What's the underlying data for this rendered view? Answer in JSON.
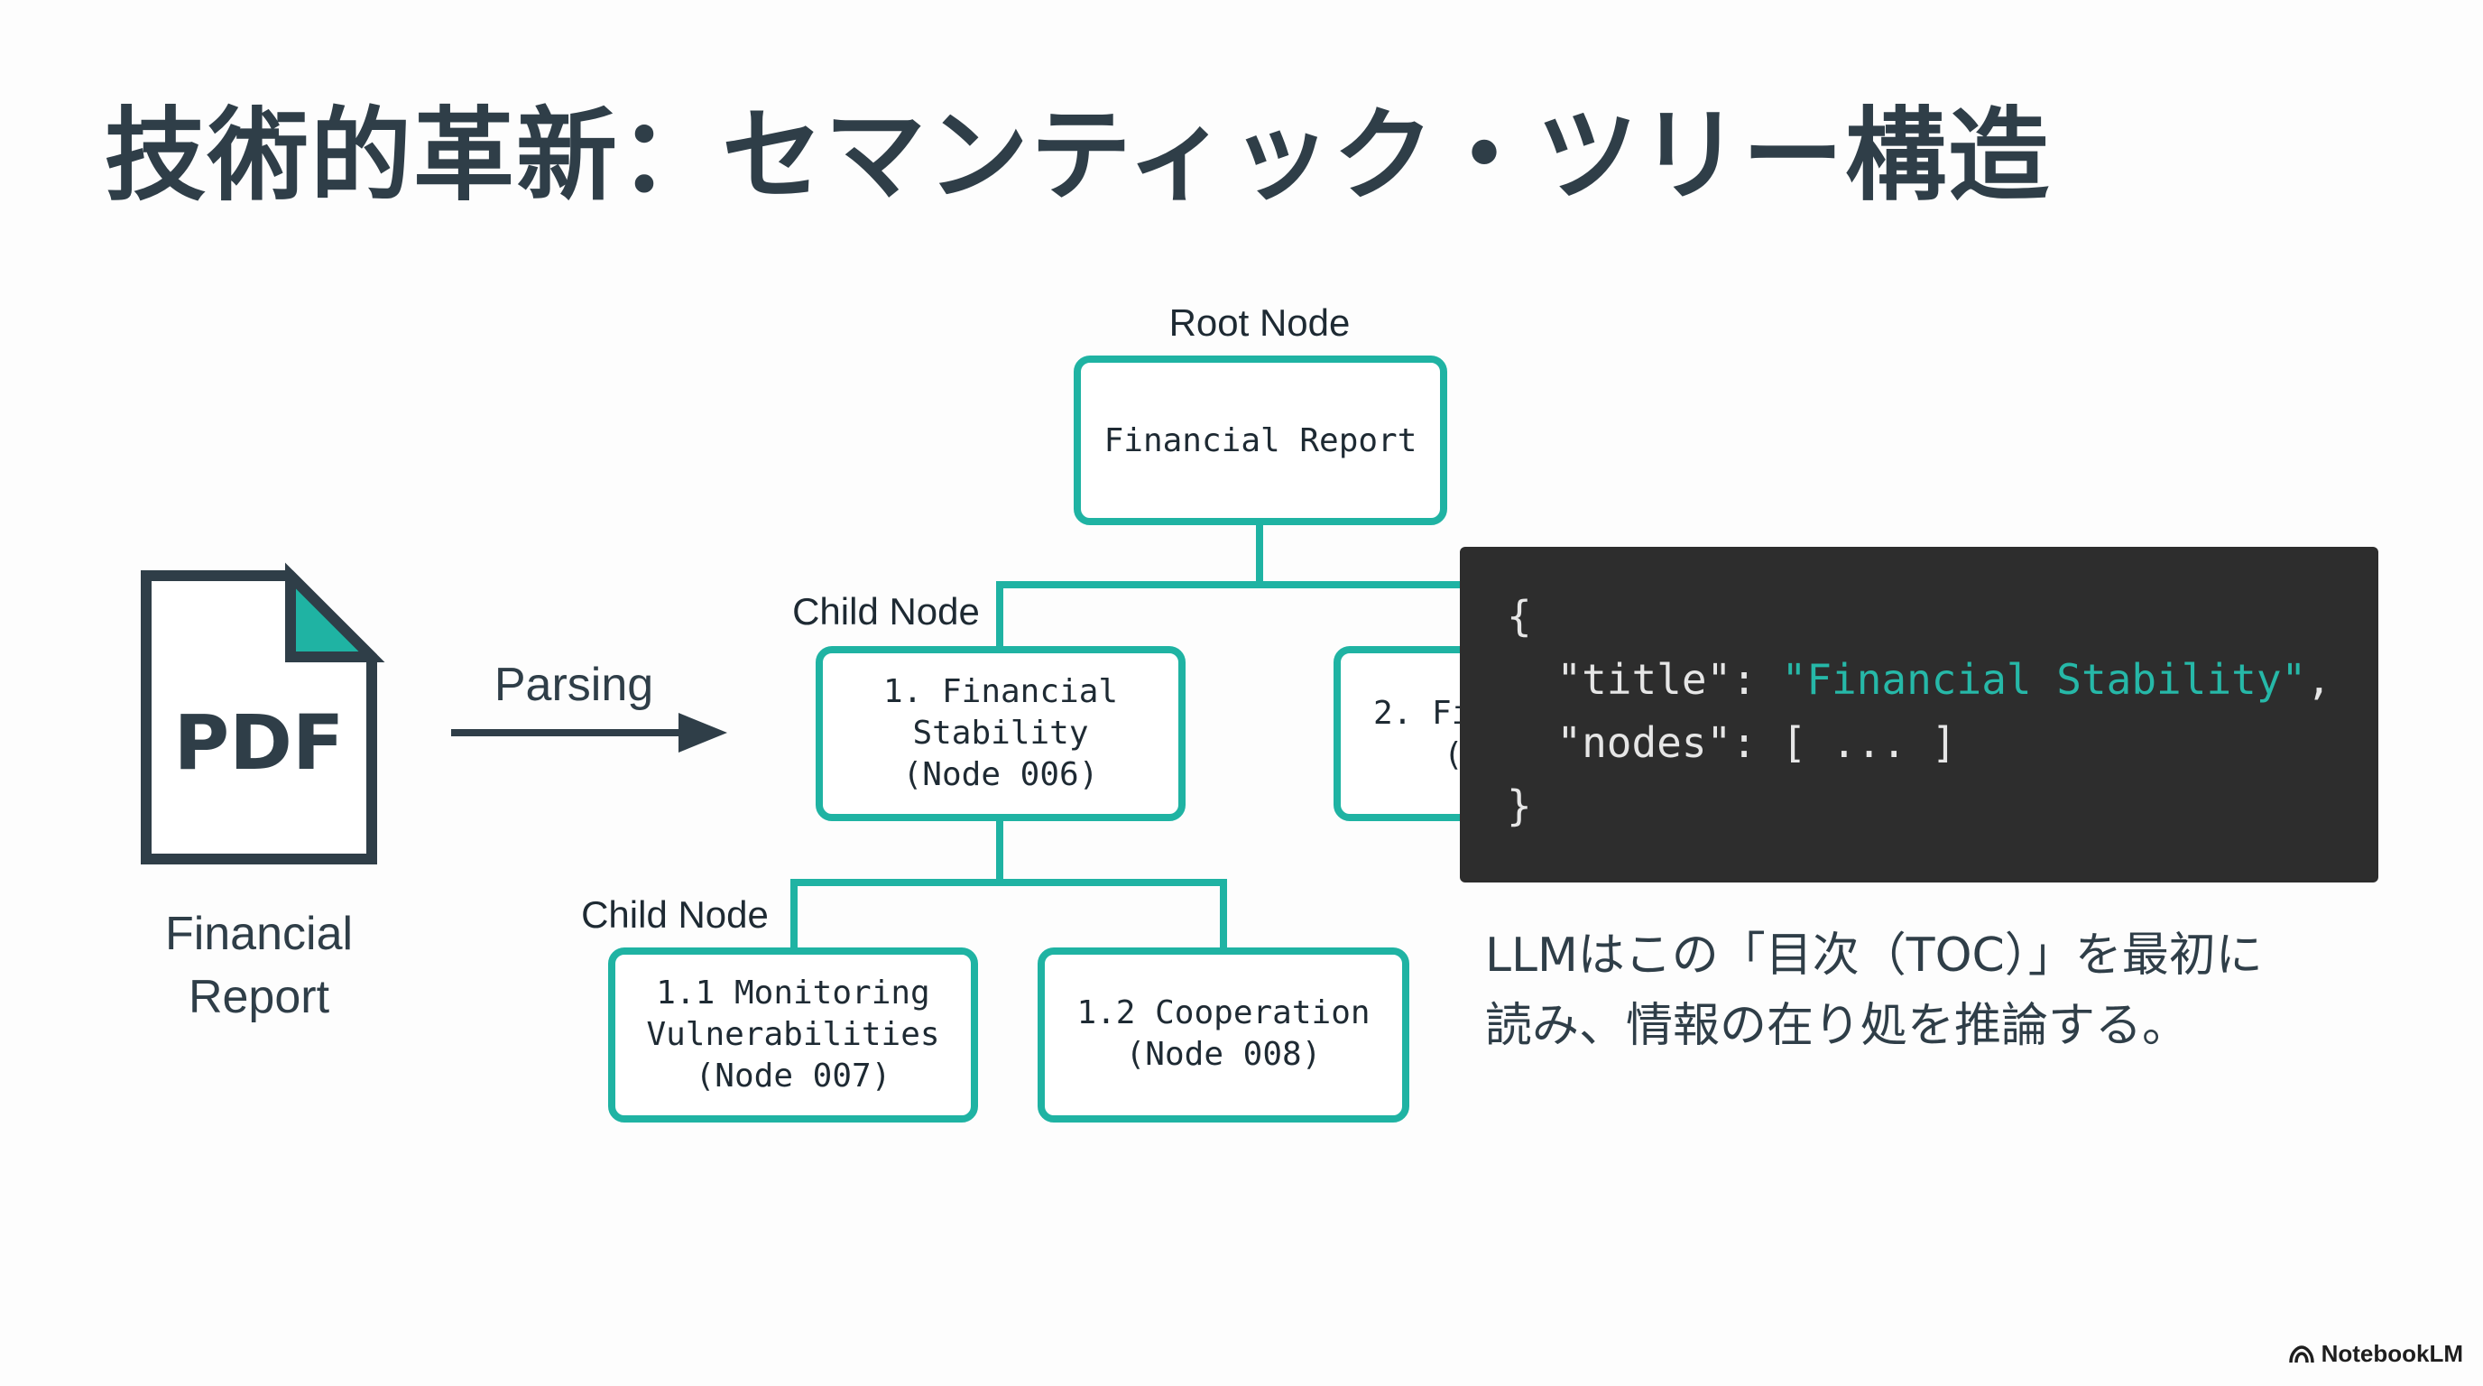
{
  "title": "技術的革新：セマンティック・ツリー構造",
  "document": {
    "icon_text": "PDF",
    "label_line1": "Financial",
    "label_line2": "Report"
  },
  "parsing_label": "Parsing",
  "tree": {
    "root_label": "Root Node",
    "child_label_1": "Child Node",
    "child_label_2": "Child Node",
    "root": [
      "Financial Report"
    ],
    "node_006": [
      "1. Financial",
      "Stability",
      "(Node 006)"
    ],
    "node_partial": [
      "2. Fi",
      "("
    ],
    "node_007": [
      "1.1 Monitoring",
      "Vulnerabilities",
      "(Node 007)"
    ],
    "node_008": [
      "1.2 Cooperation",
      "(Node 008)"
    ]
  },
  "code": {
    "open": "{",
    "title_key": "  \"title\": ",
    "title_value": "\"Financial Stability\"",
    "title_comma": ",",
    "nodes_line": "  \"nodes\": [ ... ]",
    "close": "}"
  },
  "caption": {
    "line1": "LLMはこの「目次（TOC）」を最初に",
    "line2": "読み、情報の在り処を推論する。"
  },
  "brand": "NotebookLM",
  "colors": {
    "accent": "#1fb3a3",
    "text": "#2f3e48",
    "code_bg": "#2d2d2d"
  }
}
